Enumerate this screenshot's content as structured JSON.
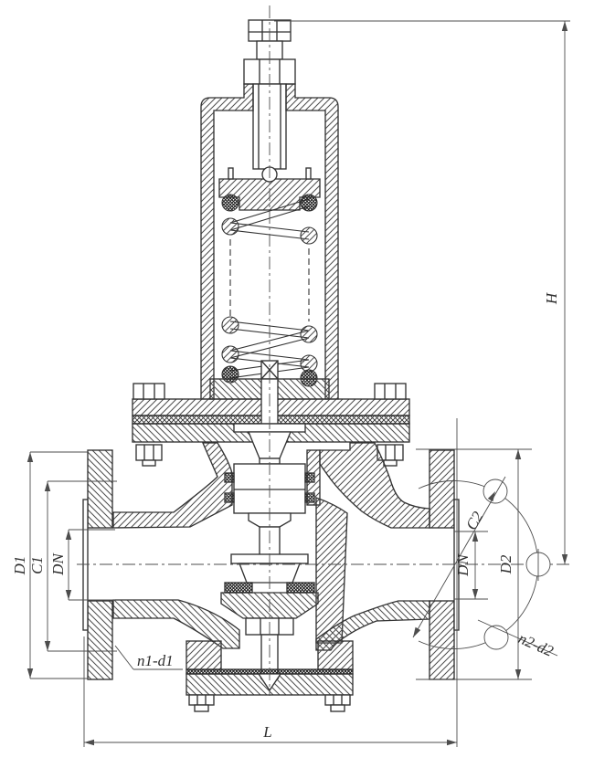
{
  "drawing": {
    "type": "valve-cross-section",
    "dimensions": {
      "overall_height": "H",
      "face_to_face_length": "L",
      "inlet_flange_diameter": "D1",
      "inlet_bolt_circle_diameter": "C1",
      "nominal_diameter_inlet": "DN",
      "nominal_diameter_outlet": "DN",
      "outlet_flange_diameter": "D2",
      "outlet_bolt_circle_diameter": "C2",
      "inlet_bolt_holes": "n1-d1",
      "outlet_bolt_holes": "n2-d2"
    },
    "colors": {
      "line": "#333333",
      "dimension": "#4d4d4d",
      "background": "#ffffff"
    }
  }
}
